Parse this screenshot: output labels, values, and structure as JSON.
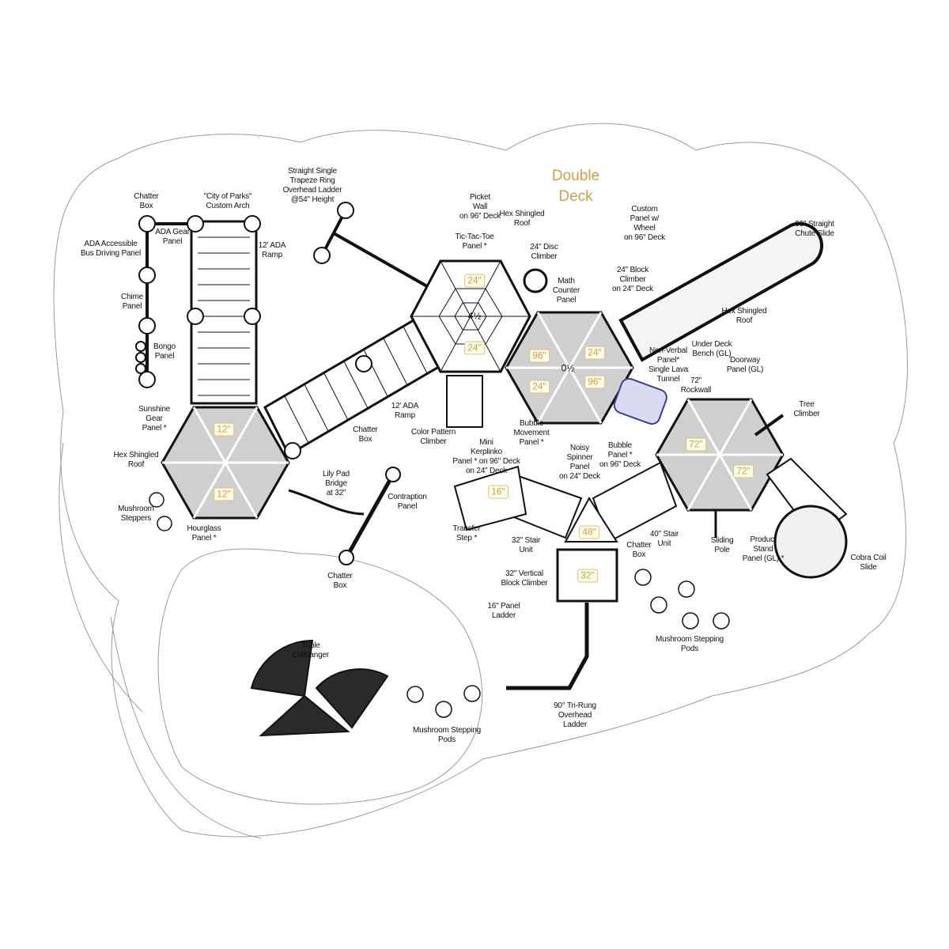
{
  "colors": {
    "line": "#111111",
    "boundary": "#9a9a9a",
    "accent": "#c9a24a",
    "tunnel": "#3a3f8f"
  },
  "title": "Double\nDeck",
  "labels": {
    "chatter_box_top": "Chatter\nBox",
    "custom_arch": "\"City of Parks\"\nCustom Arch",
    "trapeze_ladder": "Straight Single\nTrapeze Ring\nOverhead Ladder\n@54\" Height",
    "bus_panel": "ADA Accessible\nBus Driving Panel",
    "ada_gear_panel": "ADA Gear\nPanel",
    "ada_ramp_1": "12' ADA\nRamp",
    "chime_panel": "Chime\nPanel",
    "bongo_panel": "Bongo\nPanel",
    "sunshine_gear": "Sunshine\nGear\nPanel *",
    "hex_roof_left": "Hex Shingled\nRoof",
    "mushroom_steppers": "Mushroom\nSteppers",
    "hourglass_panel": "Hourglass\nPanel *",
    "chatter_box_bottom": "Chatter\nBox",
    "lily_pad_bridge": "Lily Pad\nBridge\nat 32\"",
    "contraption_panel": "Contraption\nPanel",
    "ada_ramp_2": "12' ADA\nRamp",
    "chatter_box_mid": "Chatter\nBox",
    "picket_wall": "Picket\nWall\non 96\" Deck",
    "hex_roof_top": "Hex Shingled\nRoof",
    "tic_tac_toe": "Tic-Tac-Toe\nPanel *",
    "disc_climber": "24\" Disc\nClimber",
    "math_counter": "Math\nCounter\nPanel",
    "custom_wheel": "Custom\nPanel w/\nWheel\non 96\" Deck",
    "block_climber": "24\" Block\nClimber\non 24\" Deck",
    "chute_slide": "96\" Straight\nChute Slide",
    "hex_roof_right": "Hex Shingled\nRoof",
    "under_deck_bench": "Under Deck\nBench (GL)",
    "non_verbal": "Non-Verbal\nPanel*\nSingle Lava\nTunnel",
    "rockwall": "72\"\nRockwall",
    "doorway_panel": "Doorway\nPanel (GL)",
    "tree_climber": "Tree\nClimber",
    "color_pattern": "Color Pattern\nClimber",
    "mini_kerplinko": "Mini\nKerplinko\nPanel * on 96\" Deck\non 24\" Deck",
    "bubble_movement": "Bubble\nMovement\nPanel *",
    "noisy_spinner": "Noisy\nSpinner\nPanel\non 24\" Deck",
    "bubble_panel": "Bubble\nPanel *\non 96\" Deck",
    "transfer_step": "Transfer\nStep *",
    "stair_32": "32\" Stair\nUnit",
    "chatter_box_right": "Chatter\nBox",
    "stair_40": "40\" Stair\nUnit",
    "sliding_pole": "Sliding\nPole",
    "product_stand": "Product\nStand\nPanel (GL) *",
    "cobra_coil": "Cobra Coil\nSlide",
    "vertical_block": "32\" Vertical\nBlock Climber",
    "panel_ladder": "16\" Panel\nLadder",
    "stepping_pods_right": "Mushroom Stepping\nPods",
    "cliffhanger": "Triple\nCliffhanger",
    "stepping_pods_left": "Mushroom Stepping\nPods",
    "tri_rung": "90° Tri-Rung\nOverhead\nLadder"
  },
  "deck_heights": {
    "a1": "24\"",
    "a_center": "4½",
    "a2": "24\"",
    "b1": "96\"",
    "b2": "24\"",
    "b3": "24\"",
    "b4": "96\"",
    "b_center": "0½",
    "c1": "12\"",
    "c2": "12\"",
    "d1": "72\"",
    "d2": "72\"",
    "transfer": "16\"",
    "stair": "48\"",
    "tower": "32\""
  }
}
